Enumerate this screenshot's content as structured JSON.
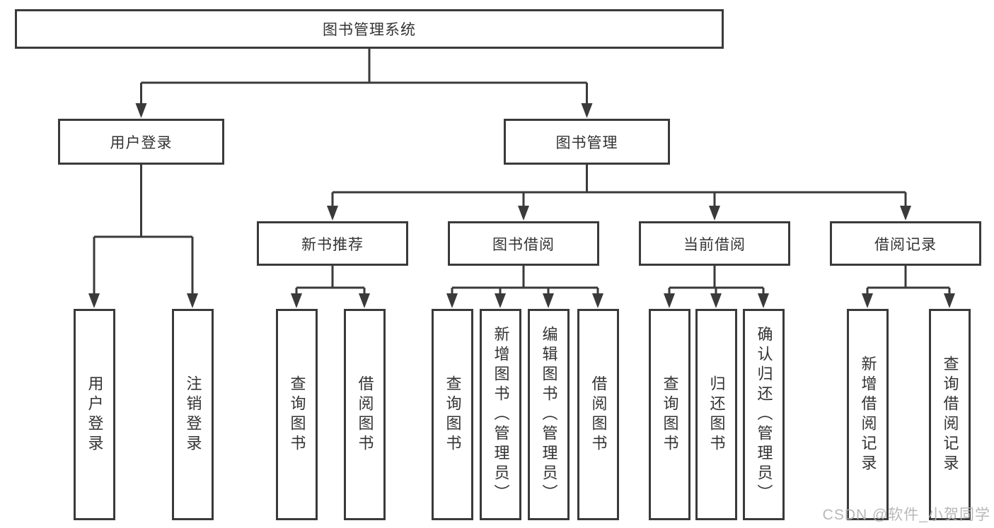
{
  "tree": {
    "root": {
      "label": "图书管理系统"
    },
    "children": [
      {
        "label": "用户登录",
        "children": [
          {
            "label": "用户登录"
          },
          {
            "label": "注销登录"
          }
        ]
      },
      {
        "label": "图书管理",
        "children": [
          {
            "label": "新书推荐",
            "children": [
              {
                "label": "查询图书"
              },
              {
                "label": "借阅图书"
              }
            ]
          },
          {
            "label": "图书借阅",
            "children": [
              {
                "label": "查询图书"
              },
              {
                "label": "新增图书（管理员）"
              },
              {
                "label": "编辑图书（管理员）"
              },
              {
                "label": "借阅图书"
              }
            ]
          },
          {
            "label": "当前借阅",
            "children": [
              {
                "label": "查询图书"
              },
              {
                "label": "归还图书"
              },
              {
                "label": "确认归还（管理员）"
              }
            ]
          },
          {
            "label": "借阅记录",
            "children": [
              {
                "label": "新增借阅记录"
              },
              {
                "label": "查询借阅记录"
              }
            ]
          }
        ]
      }
    ]
  },
  "watermark": {
    "text": "CSDN @软件_小贺同学"
  },
  "colors": {
    "line": "#3a3a3a",
    "text": "#333333",
    "watermark": "#b2b2b2",
    "background": "#ffffff"
  }
}
